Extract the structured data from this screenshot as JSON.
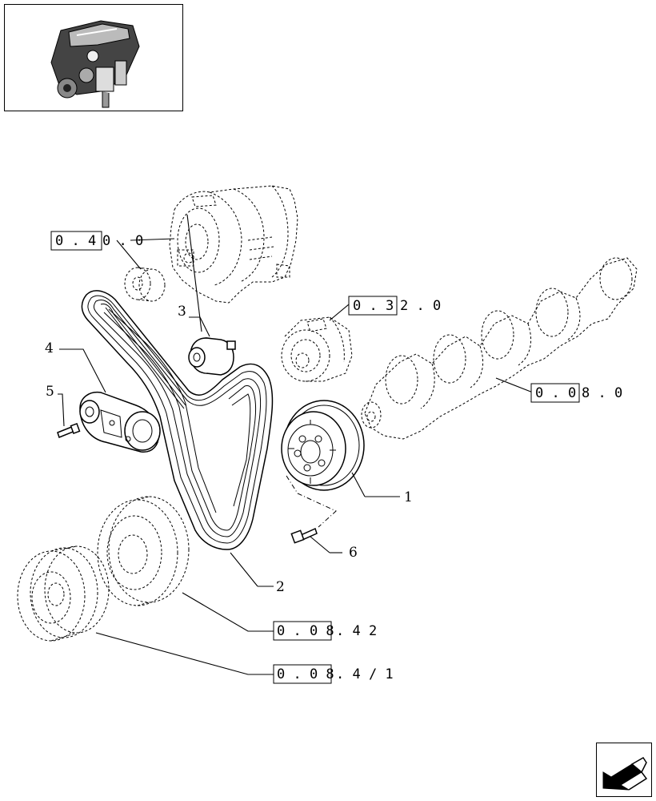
{
  "references": [
    {
      "id": "ref-0400",
      "boxed": "0 . 4",
      "rest": "0 . 0"
    },
    {
      "id": "ref-0320",
      "boxed": "0 . 3",
      "rest": "2 . 0"
    },
    {
      "id": "ref-0080",
      "boxed": "0 . 0",
      "rest": "8 . 0"
    },
    {
      "id": "ref-00842",
      "boxed": "0 . 0 8",
      "rest": ". 4 2"
    },
    {
      "id": "ref-00841",
      "boxed": "0 . 0 8",
      "rest": ". 4 / 1"
    }
  ],
  "callouts": [
    "1",
    "2",
    "3",
    "4",
    "5",
    "6"
  ],
  "icons": {
    "thumbnail": "engine-thumbnail-icon",
    "navigation": "previous-page-arrow-icon"
  }
}
